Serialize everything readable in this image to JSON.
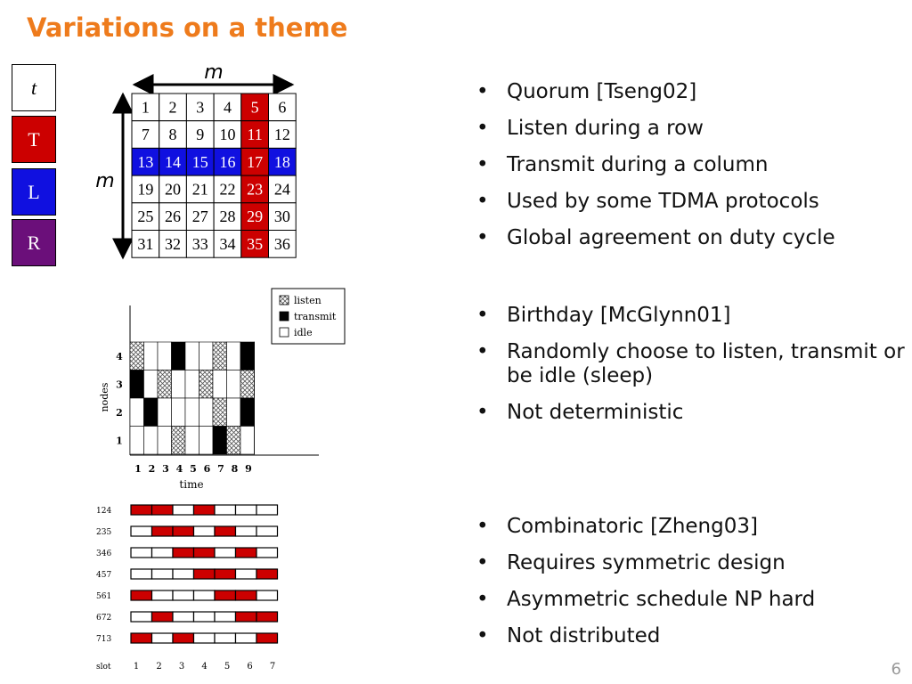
{
  "title": "Variations on a theme",
  "page_number": "6",
  "legend": {
    "t": "t",
    "T": "T",
    "L": "L",
    "R": "R"
  },
  "colors": {
    "title": "#ee7b1c",
    "transmit": "#cc0000",
    "listen": "#1010e0",
    "receive": "#6b0f7a"
  },
  "quorum": {
    "row_label": "m",
    "col_label": "m",
    "cells": [
      [
        1,
        2,
        3,
        4,
        5,
        6
      ],
      [
        7,
        8,
        9,
        10,
        11,
        12
      ],
      [
        13,
        14,
        15,
        16,
        17,
        18
      ],
      [
        19,
        20,
        21,
        22,
        23,
        24
      ],
      [
        25,
        26,
        27,
        28,
        29,
        30
      ],
      [
        31,
        32,
        33,
        34,
        35,
        36
      ]
    ],
    "listen_row": 2,
    "transmit_col": 4
  },
  "birthday": {
    "legend": [
      "listen",
      "transmit",
      "idle"
    ],
    "ylabel": "nodes",
    "xlabel": "time",
    "node_labels": [
      "4",
      "3",
      "2",
      "1"
    ],
    "time_labels": [
      "1",
      "2",
      "3",
      "4",
      "5",
      "6",
      "7",
      "8",
      "9"
    ],
    "rows": [
      [
        "listen",
        "idle",
        "idle",
        "transmit",
        "idle",
        "idle",
        "listen",
        "idle",
        "transmit"
      ],
      [
        "transmit",
        "idle",
        "listen",
        "idle",
        "idle",
        "listen",
        "idle",
        "idle",
        "listen"
      ],
      [
        "idle",
        "transmit",
        "idle",
        "idle",
        "idle",
        "idle",
        "listen",
        "idle",
        "transmit"
      ],
      [
        "idle",
        "idle",
        "idle",
        "listen",
        "idle",
        "idle",
        "transmit",
        "listen",
        "idle"
      ]
    ]
  },
  "combinatoric": {
    "row_labels": [
      "124",
      "235",
      "346",
      "457",
      "561",
      "672",
      "713"
    ],
    "slot_label": "slot",
    "slot_numbers": [
      "1",
      "2",
      "3",
      "4",
      "5",
      "6",
      "7"
    ],
    "active": [
      [
        1,
        2,
        4
      ],
      [
        2,
        3,
        5
      ],
      [
        3,
        4,
        6
      ],
      [
        4,
        5,
        7
      ],
      [
        5,
        6,
        1
      ],
      [
        6,
        7,
        2
      ],
      [
        7,
        1,
        3
      ]
    ]
  },
  "bullets": {
    "quorum": [
      "Quorum [Tseng02]",
      "Listen during a row",
      "Transmit during a column",
      "Used by some TDMA protocols",
      "Global agreement on duty cycle"
    ],
    "birthday": [
      "Birthday [McGlynn01]",
      "Randomly choose to listen, transmit or be idle (sleep)",
      "Not deterministic"
    ],
    "combinatoric": [
      "Combinatoric [Zheng03]",
      "Requires symmetric design",
      "Asymmetric schedule NP hard",
      "Not distributed"
    ]
  }
}
